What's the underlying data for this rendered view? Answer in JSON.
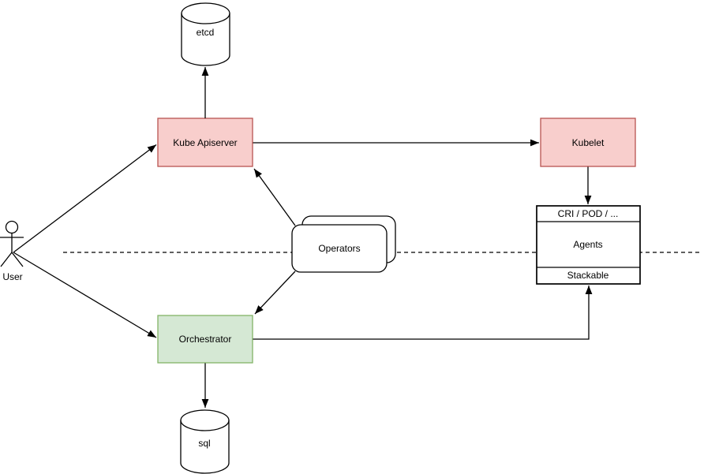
{
  "diagram": {
    "nodes": {
      "user": {
        "label": "User",
        "type": "actor"
      },
      "etcd": {
        "label": "etcd",
        "type": "cylinder"
      },
      "kube_apiserver": {
        "label": "Kube Apiserver",
        "type": "box"
      },
      "kubelet": {
        "label": "Kubelet",
        "type": "box"
      },
      "operators": {
        "label": "Operators",
        "type": "stacked-rounded-box"
      },
      "orchestrator": {
        "label": "Orchestrator",
        "type": "box"
      },
      "sql": {
        "label": "sql",
        "type": "cylinder"
      },
      "agents": {
        "header": "CRI / POD / ...",
        "body": "Agents",
        "footer": "Stackable",
        "type": "partitioned-box"
      }
    },
    "edges": [
      {
        "from": "user",
        "to": "kube_apiserver"
      },
      {
        "from": "user",
        "to": "orchestrator"
      },
      {
        "from": "kube_apiserver",
        "to": "etcd"
      },
      {
        "from": "kube_apiserver",
        "to": "kubelet"
      },
      {
        "from": "operators",
        "to": "kube_apiserver"
      },
      {
        "from": "operators",
        "to": "orchestrator"
      },
      {
        "from": "kubelet",
        "to": "agents"
      },
      {
        "from": "orchestrator",
        "to": "sql"
      },
      {
        "from": "orchestrator",
        "to": "agents"
      }
    ],
    "colors": {
      "red_fill": "#f8cecc",
      "red_stroke": "#b85450",
      "green_fill": "#d5e8d4",
      "green_stroke": "#82b366",
      "shape_fill": "#ffffff",
      "line": "#000000",
      "canvas": "#ffffff"
    }
  }
}
